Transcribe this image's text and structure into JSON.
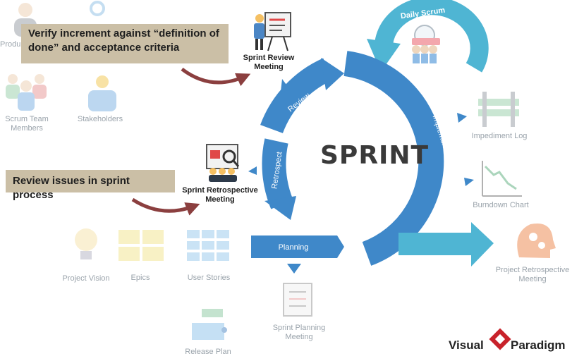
{
  "sprint": {
    "title": "SPRINT"
  },
  "phases": {
    "review": "Review",
    "implementation": "Implementation",
    "retrospect": "Retrospect",
    "planning": "Planning",
    "daily_scrum": "Daily Scrum"
  },
  "callouts": {
    "verify": [
      "Verify increment against “definition of",
      "done” and acceptance criteria"
    ],
    "review_issues": "Review issues in sprint process"
  },
  "events": {
    "sprint_review": [
      "Sprint Review",
      "Meeting"
    ],
    "sprint_retrospective": [
      "Sprint Retrospective",
      "Meeting"
    ],
    "sprint_planning": [
      "Sprint Planning",
      "Meeting"
    ],
    "project_retrospective": [
      "Project Retrospective",
      "Meeting"
    ]
  },
  "artifacts": {
    "impediment_log": "Impediment Log",
    "burndown_chart": "Burndown Chart",
    "project_vision": "Project Vision",
    "epics": "Epics",
    "user_stories": "User Stories",
    "release_plan": "Release Plan"
  },
  "roles": {
    "product_owner": "Produ",
    "scrum_team": [
      "Scrum Team",
      "Members"
    ],
    "stakeholders": "Stakeholders"
  },
  "brand": {
    "left": "Visual",
    "right": "Paradigm"
  },
  "colors": {
    "cycle_blue": "#3f88c9",
    "daily_scrum_cyan": "#4fb5d3",
    "callout_bg": "#cbbfa6",
    "curved_arrow": "#8b3f3f",
    "brand_red": "#c8222b"
  }
}
